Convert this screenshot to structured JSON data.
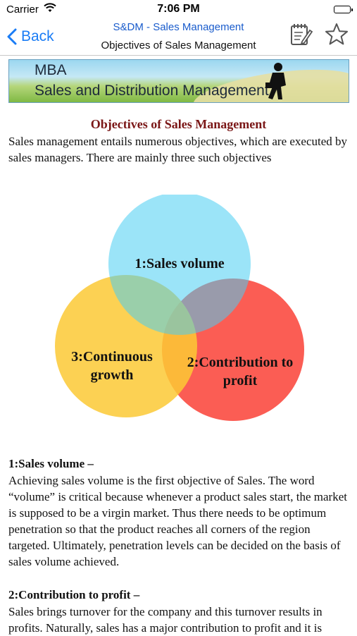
{
  "status_bar": {
    "carrier": "Carrier",
    "time": "7:06 PM"
  },
  "nav": {
    "back_label": "Back",
    "title": "S&DM - Sales Management",
    "subtitle": "Objectives of Sales Management"
  },
  "banner": {
    "line1": "MBA",
    "line2": "Sales and Distribution Management"
  },
  "article": {
    "title": "Objectives of Sales Management",
    "intro": "Sales management entails numerous objectives, which are executed by sales managers. There are mainly three such objectives",
    "diagram": {
      "circle1": "1:Sales volume",
      "circle2_line1": "2:Contribution to",
      "circle2_line2": "profit",
      "circle3_line1": "3:Continuous",
      "circle3_line2": "growth",
      "colors": {
        "circle1": "#49cdf2",
        "circle2": "#fb4f45",
        "circle3": "#fcc935"
      }
    },
    "section1": {
      "heading": "1:Sales volume –",
      "body": "Achieving sales volume is the first objective of Sales. The word “volume” is critical because whenever a product sales start, the market is supposed to be a virgin market. Thus there needs to be optimum penetration so that the product reaches all corners of the region targeted. Ultimately, penetration levels can be decided on the basis of sales volume achieved."
    },
    "section2": {
      "heading": "2:Contribution to profit –",
      "body": "Sales brings turnover for the company and this turnover results in profits. Naturally, sales has a major contribution to profit and it is"
    }
  },
  "icons": {
    "back": "chevron-left-icon",
    "edit": "notepad-pencil-icon",
    "favorite": "star-outline-icon",
    "wifi": "wifi-icon",
    "battery": "battery-icon"
  },
  "accent_color": "#1a7cf5"
}
